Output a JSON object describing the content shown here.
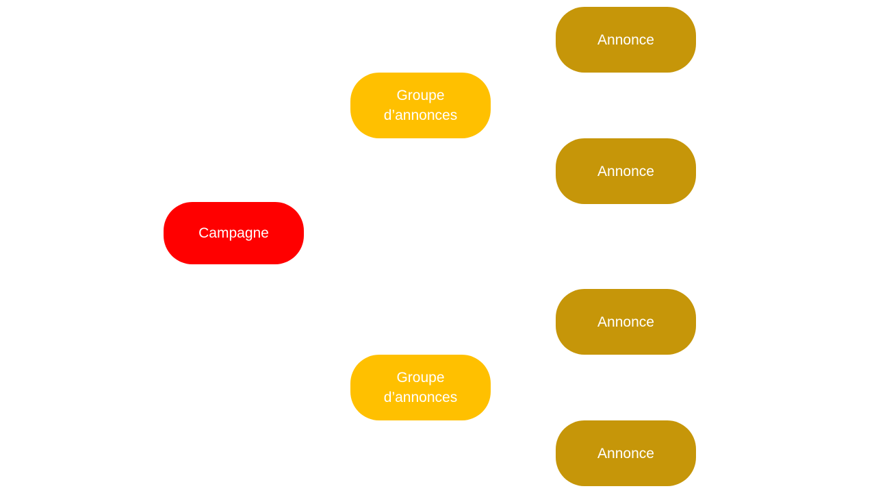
{
  "diagram": {
    "description": "Hierarchy diagram of an advertising account structure",
    "language": "fr",
    "colors": {
      "campaign": "#FF0000",
      "ad_group": "#FFC000",
      "ad": "#C69609",
      "node_text": "#FFFFFF",
      "background": "#FFFFFF"
    },
    "nodes": [
      {
        "id": "campagne",
        "label": "Campagne",
        "level": "campaign"
      },
      {
        "id": "groupe-1",
        "label": "Groupe d’annonces",
        "level": "ad_group"
      },
      {
        "id": "groupe-2",
        "label": "Groupe d’annonces",
        "level": "ad_group"
      },
      {
        "id": "annonce-1",
        "label": "Annonce",
        "level": "ad"
      },
      {
        "id": "annonce-2",
        "label": "Annonce",
        "level": "ad"
      },
      {
        "id": "annonce-3",
        "label": "Annonce",
        "level": "ad"
      },
      {
        "id": "annonce-4",
        "label": "Annonce",
        "level": "ad"
      }
    ]
  }
}
